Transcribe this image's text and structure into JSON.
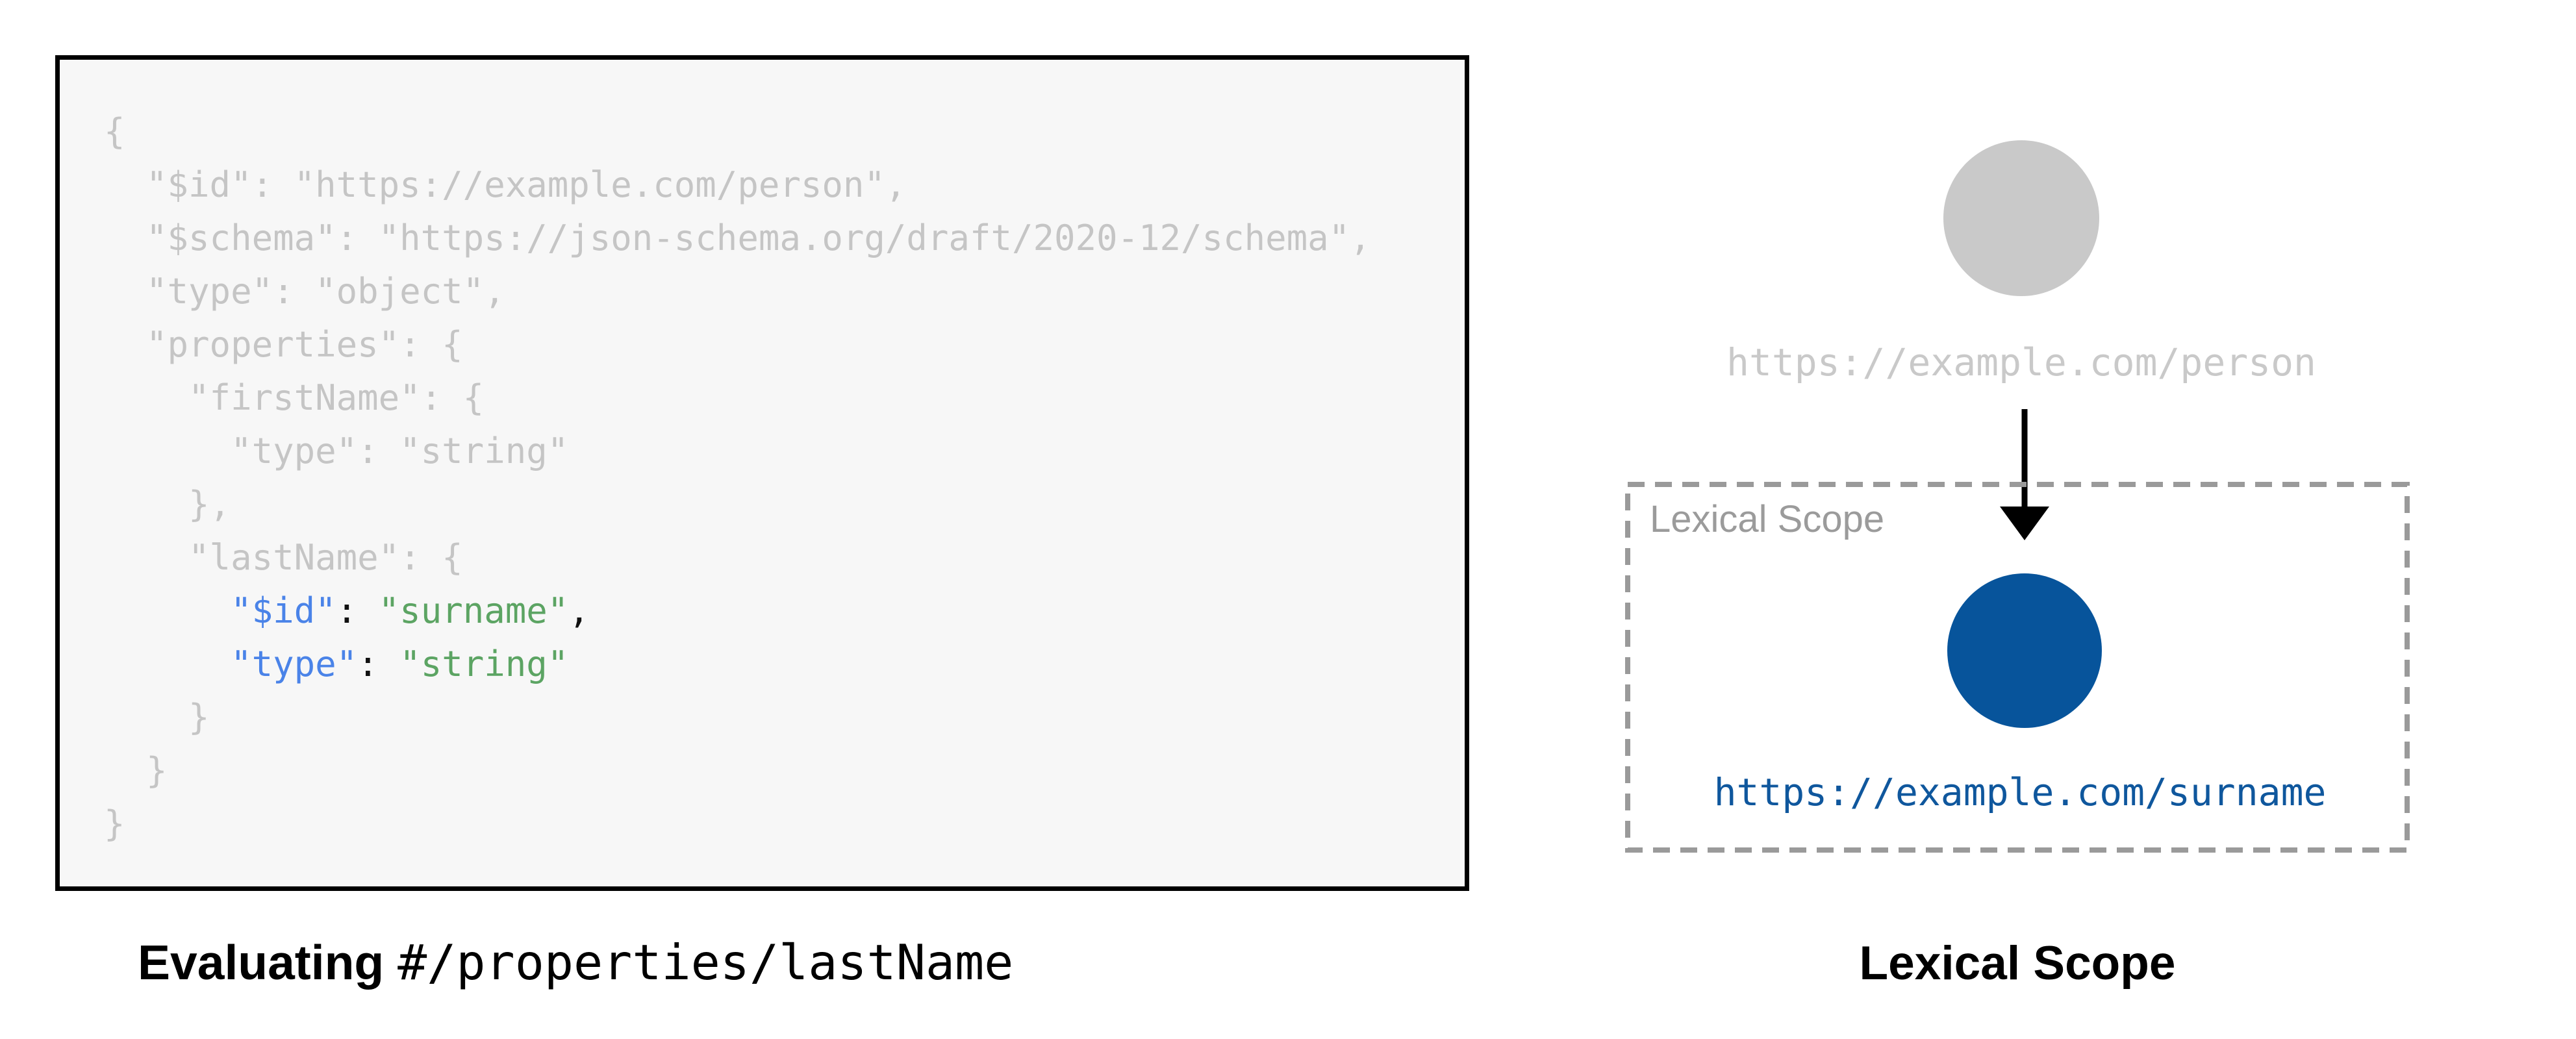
{
  "colors": {
    "code-bg": "#f7f7f7",
    "code-border": "#000000",
    "code-muted": "#c5c5c5",
    "key-blue": "#4a83e8",
    "value-green": "#5ca463",
    "punct-dark": "#111111",
    "node-gray": "#c9c9c9",
    "node-blue": "#07549b",
    "uri-blue": "#0f579d",
    "scope-gray": "#9b9b9b"
  },
  "code_panel": {
    "lines": [
      [
        [
          "g",
          "{"
        ]
      ],
      [
        [
          "g",
          "  \"$id\": \"https://example.com/person\","
        ]
      ],
      [
        [
          "g",
          "  \"$schema\": \"https://json-schema.org/draft/2020-12/schema\","
        ]
      ],
      [
        [
          "g",
          "  \"type\": \"object\","
        ]
      ],
      [
        [
          "g",
          "  \"properties\": {"
        ]
      ],
      [
        [
          "g",
          "    \"firstName\": {"
        ]
      ],
      [
        [
          "g",
          "      \"type\": \"string\""
        ]
      ],
      [
        [
          "g",
          "    },"
        ]
      ],
      [
        [
          "g",
          "    \"lastName\": {"
        ]
      ],
      [
        [
          "g",
          "      "
        ],
        [
          "k",
          "\"$id\""
        ],
        [
          "d",
          ": "
        ],
        [
          "v",
          "\"surname\""
        ],
        [
          "d",
          ","
        ]
      ],
      [
        [
          "g",
          "      "
        ],
        [
          "k",
          "\"type\""
        ],
        [
          "d",
          ": "
        ],
        [
          "v",
          "\"string\""
        ]
      ],
      [
        [
          "g",
          "    }"
        ]
      ],
      [
        [
          "g",
          "  }"
        ]
      ],
      [
        [
          "g",
          "}"
        ]
      ]
    ]
  },
  "captions": {
    "left_bold": "Evaluating ",
    "left_path": "#/properties/lastName",
    "right": "Lexical Scope"
  },
  "diagram": {
    "parent_uri": "https://example.com/person",
    "scope_label": "Lexical Scope",
    "child_uri": "https://example.com/surname"
  }
}
